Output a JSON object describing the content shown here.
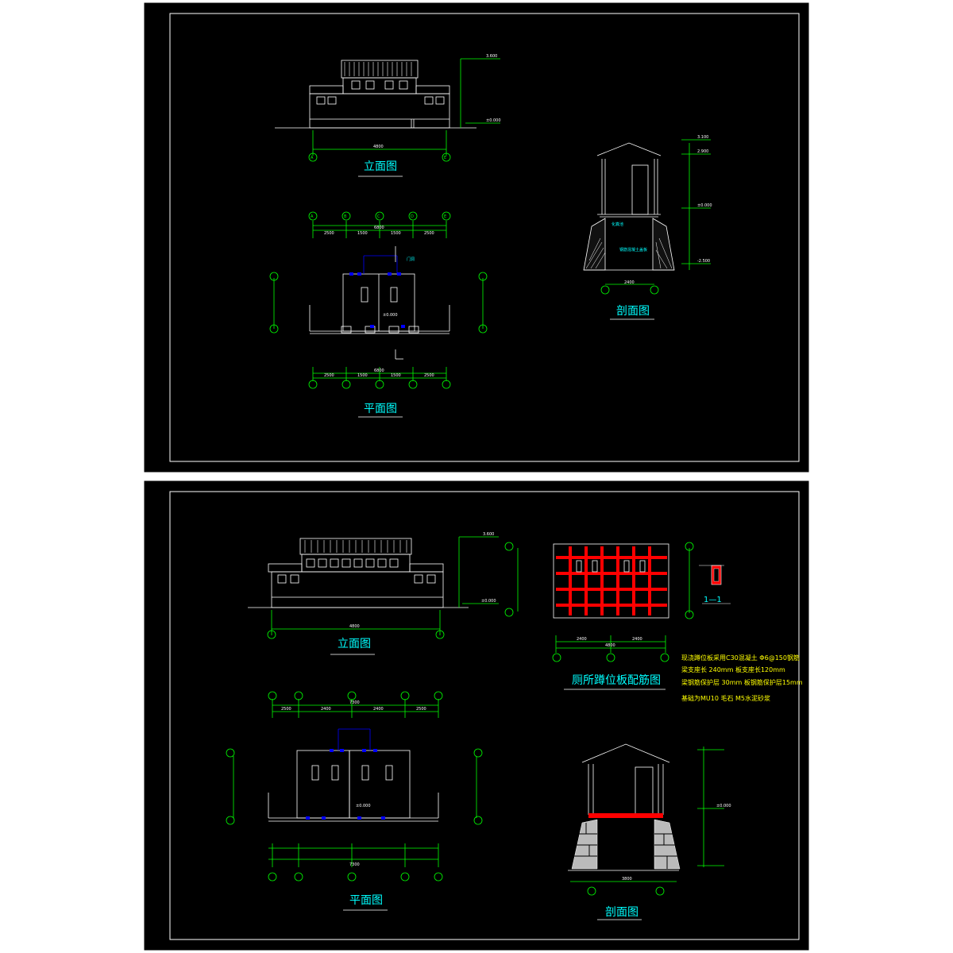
{
  "sheet_top": {
    "elevation_title": "立面图",
    "plan_title": "平面图",
    "section_title": "剖面图",
    "dim_elev_width": "4800",
    "dim_plan_segments": [
      "2500",
      "1500",
      "1500",
      "2500"
    ],
    "dim_plan_total": "6800",
    "level_zero": "±0.000",
    "level_top": "3.600",
    "level_ridge": "3.100",
    "level_eave": "2.900",
    "level_base": "-2.500",
    "section_width": "2400",
    "label_pit": "化粪池",
    "label_door": "门洞",
    "label_beam": "钢筋混凝土盖板"
  },
  "sheet_bottom": {
    "elevation_title": "立面图",
    "plan_title": "平面图",
    "section_title": "剖面图",
    "slab_title": "厕所蹲位板配筋图",
    "section_mark": "1—1",
    "dim_elev_width": "4800",
    "dim_plan_total": "7300",
    "dim_plan_segments": [
      "2500",
      "2400",
      "2400",
      "2500"
    ],
    "dim_slab_segments": [
      "2400",
      "2400"
    ],
    "dim_slab_total": "4800",
    "dim_section_width": "3800",
    "level_zero": "±0.000",
    "level_top": "3.600",
    "notes": [
      "现浇蹲位板采用C30混凝土 Φ6@150钢筋",
      "梁支座长 240mm  板支座长120mm",
      "梁钢筋保护层 30mm  板钢筋保护层15mm",
      "基础为MU10 毛石 M5水泥砂浆"
    ]
  },
  "axis_labels": [
    "A",
    "B",
    "C",
    "D",
    "E"
  ],
  "colors": {
    "background": "#000000",
    "lines": "#ffffff",
    "titles": "#00ffff",
    "dimensions": "#00ff00",
    "notes": "#ffff00",
    "rebar": "#ff0000",
    "doors": "#0000ff"
  }
}
